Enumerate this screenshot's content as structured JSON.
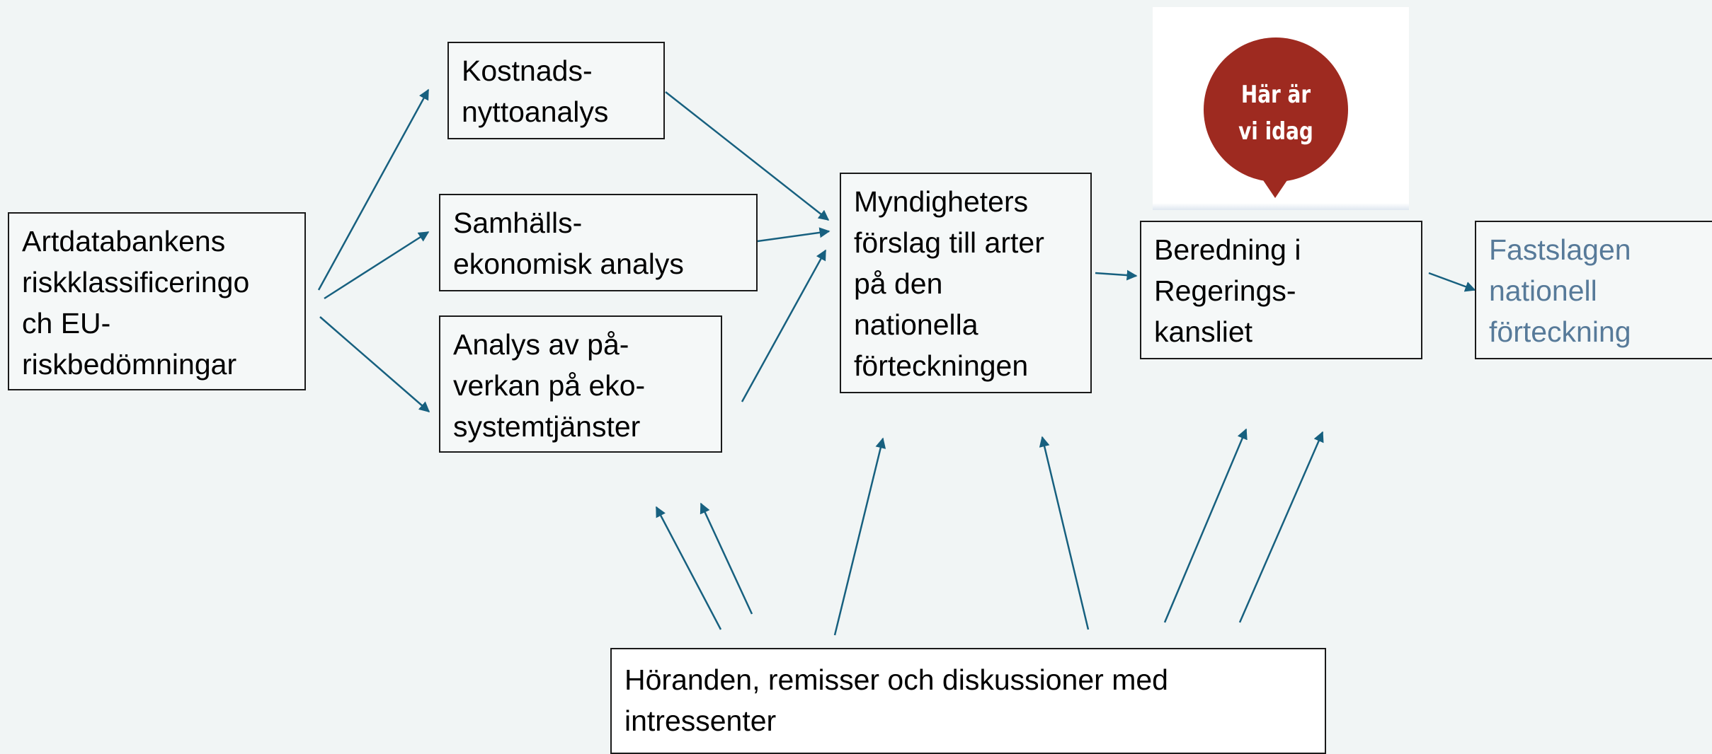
{
  "diagram": {
    "nodes": {
      "source": "Artdatabankens\nriskklassificeringo\nch EU-\nriskbedömningar",
      "cost_benefit": "Kostnads-\nnyttoanalys",
      "socio_economic": "Samhälls-\nekonomisk analys",
      "ecosystem": "Analys av på-\nverkan på eko-\nsystemtjänster",
      "agency_proposal": "Myndigheters\nförslag till arter\npå den\nnationella\nförteckningen",
      "government": "Beredning i\nRegerings-\nkansliet",
      "final": "Fastslagen\nnationell\nförteckning",
      "consultation": "Höranden, remisser och diskussioner med\nintressenter"
    },
    "badge": {
      "text": "Här är\nvi idag",
      "color": "#9e2a20",
      "icon": "location-pin-icon"
    },
    "arrow_color": "#17607f",
    "final_text_color": "#577a99",
    "edges": [
      [
        "source",
        "cost_benefit"
      ],
      [
        "source",
        "socio_economic"
      ],
      [
        "source",
        "ecosystem"
      ],
      [
        "cost_benefit",
        "agency_proposal"
      ],
      [
        "socio_economic",
        "agency_proposal"
      ],
      [
        "ecosystem",
        "agency_proposal"
      ],
      [
        "agency_proposal",
        "government"
      ],
      [
        "government",
        "final"
      ],
      [
        "consultation",
        "ecosystem"
      ],
      [
        "consultation",
        "ecosystem"
      ],
      [
        "consultation",
        "agency_proposal"
      ],
      [
        "consultation",
        "agency_proposal"
      ],
      [
        "consultation",
        "government"
      ],
      [
        "consultation",
        "government"
      ]
    ]
  }
}
